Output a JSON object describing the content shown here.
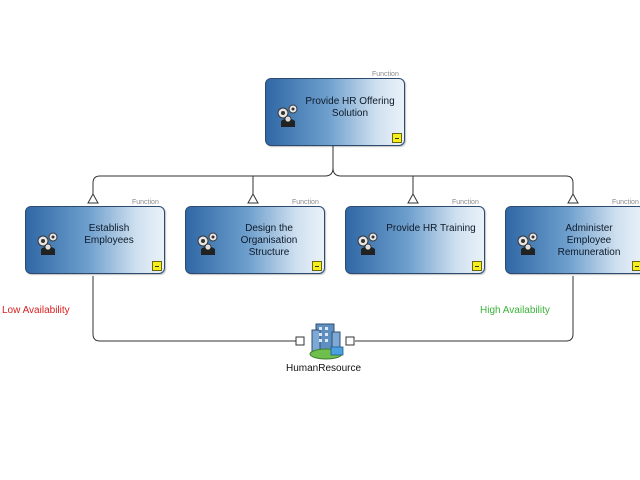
{
  "diagram": {
    "root": {
      "type_tag": "Function",
      "label_line1": "Provide HR Offering",
      "label_line2": "Solution"
    },
    "children": [
      {
        "type_tag": "Function",
        "label_line1": "Establish",
        "label_line2": "Employees",
        "label_line3": ""
      },
      {
        "type_tag": "Function",
        "label_line1": "Design the",
        "label_line2": "Organisation",
        "label_line3": "Structure"
      },
      {
        "type_tag": "Function",
        "label_line1": "Provide HR Training",
        "label_line2": "",
        "label_line3": ""
      },
      {
        "type_tag": "Function",
        "label_line1": "Administer",
        "label_line2": "Employee",
        "label_line3": "Remuneration"
      }
    ],
    "availability_low": "Low Availability",
    "availability_high": "High Availability",
    "resource": {
      "label": "HumanResource",
      "icon": "building-icon"
    },
    "function_icon": "gear-person-icon",
    "colors": {
      "box_gradient_dark": "#2f68a6",
      "box_gradient_light": "#eaf2fa",
      "low_availability": "#d81e1e",
      "high_availability": "#3bb33b",
      "badge": "#f6ee1a"
    }
  }
}
